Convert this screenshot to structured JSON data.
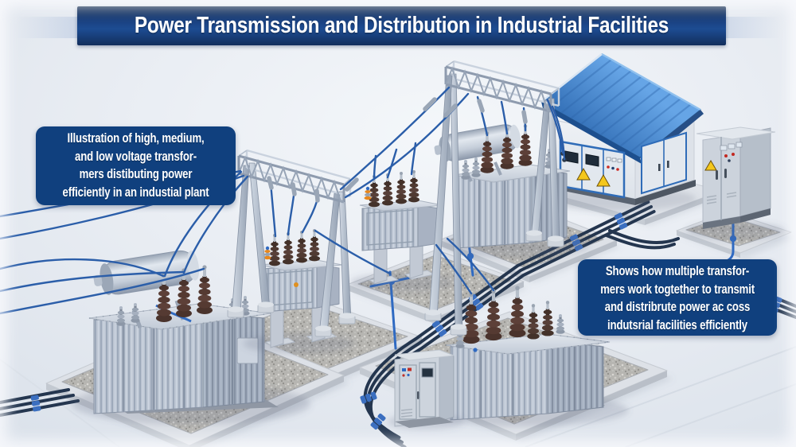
{
  "banner": {
    "title": "Power Transmission and Distribution in Industrial Facilities"
  },
  "notes": {
    "left": {
      "lines": [
        "Illustration of high, medium,",
        "and low voltage transfor-",
        "mers distibuting power",
        "efficiently in an industial plant"
      ]
    },
    "right": {
      "lines": [
        "Shows how multiple transfor-",
        "mers work togtether to transmit",
        "and distribrute power ac coss",
        "indutsrial facilities efficiently"
      ]
    }
  },
  "scene": {
    "type": "isometric-illustration",
    "equipment": [
      "transmission-gantry-left",
      "transmission-gantry-right",
      "high-voltage-transformer-large",
      "medium-voltage-transformer",
      "pole-mounted-transformer-left",
      "pole-mounted-transformer-middle",
      "low-voltage-transformer-bottom",
      "substation-building",
      "distribution-cabinet-right",
      "control-cabinet-center",
      "overhead-cables",
      "ground-conduit-runs",
      "gravel-pads"
    ],
    "colors": {
      "banner_navy": "#16356b",
      "note_blue": "#10407e",
      "band_blue": "#b6c6e0",
      "roof_blue": "#3f87d4",
      "cable_blue": "#2b5ea9",
      "conduit_navy": "#24364f",
      "pipe_blue": "#2f6ac2",
      "steel_gray": "#b7c1d0",
      "bushing_brown": "#54392f",
      "warning_yellow": "#f4c71c",
      "gravel_gray": "#b6b5b1",
      "background": "#e9edf3"
    }
  }
}
